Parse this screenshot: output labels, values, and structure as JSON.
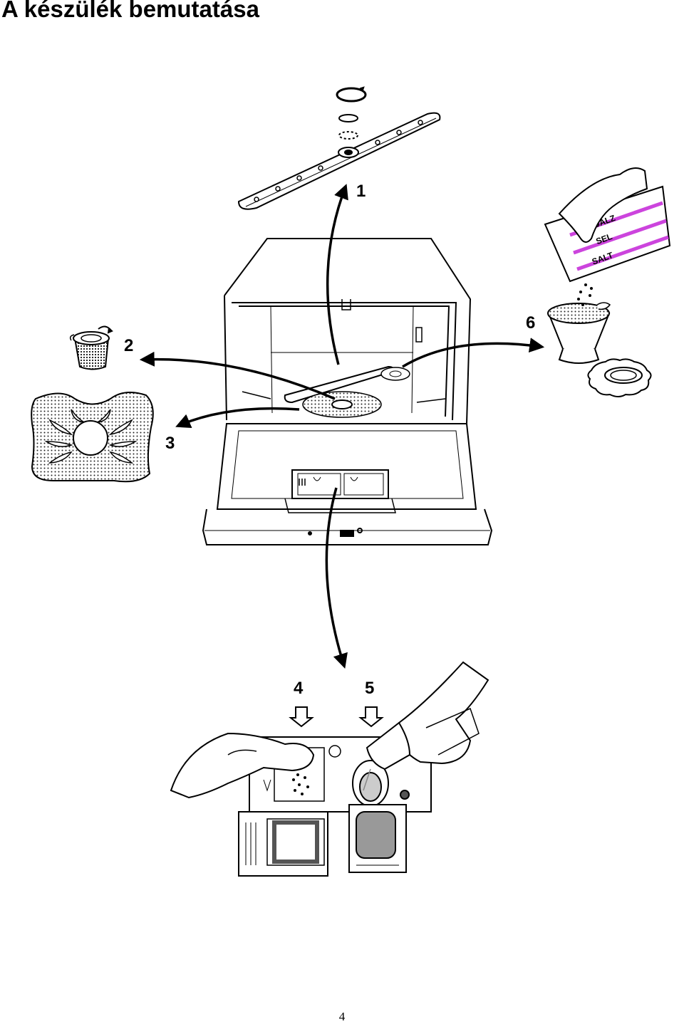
{
  "page": {
    "title": "A készülék bemutatása",
    "page_number": "4"
  },
  "callouts": [
    "1",
    "2",
    "3",
    "4",
    "5",
    "6"
  ],
  "salt_bag": {
    "lines": [
      "SALT",
      "SEL",
      "SALZ"
    ],
    "accent": "#cc44dd"
  },
  "icons": {
    "upper_spray_arm": "spray-arm-icon",
    "filter_cup": "filter-cup-icon",
    "filter_plate": "filter-plate-icon",
    "salt_reservoir": "salt-funnel-icon",
    "dispenser": "dispenser-icon"
  }
}
